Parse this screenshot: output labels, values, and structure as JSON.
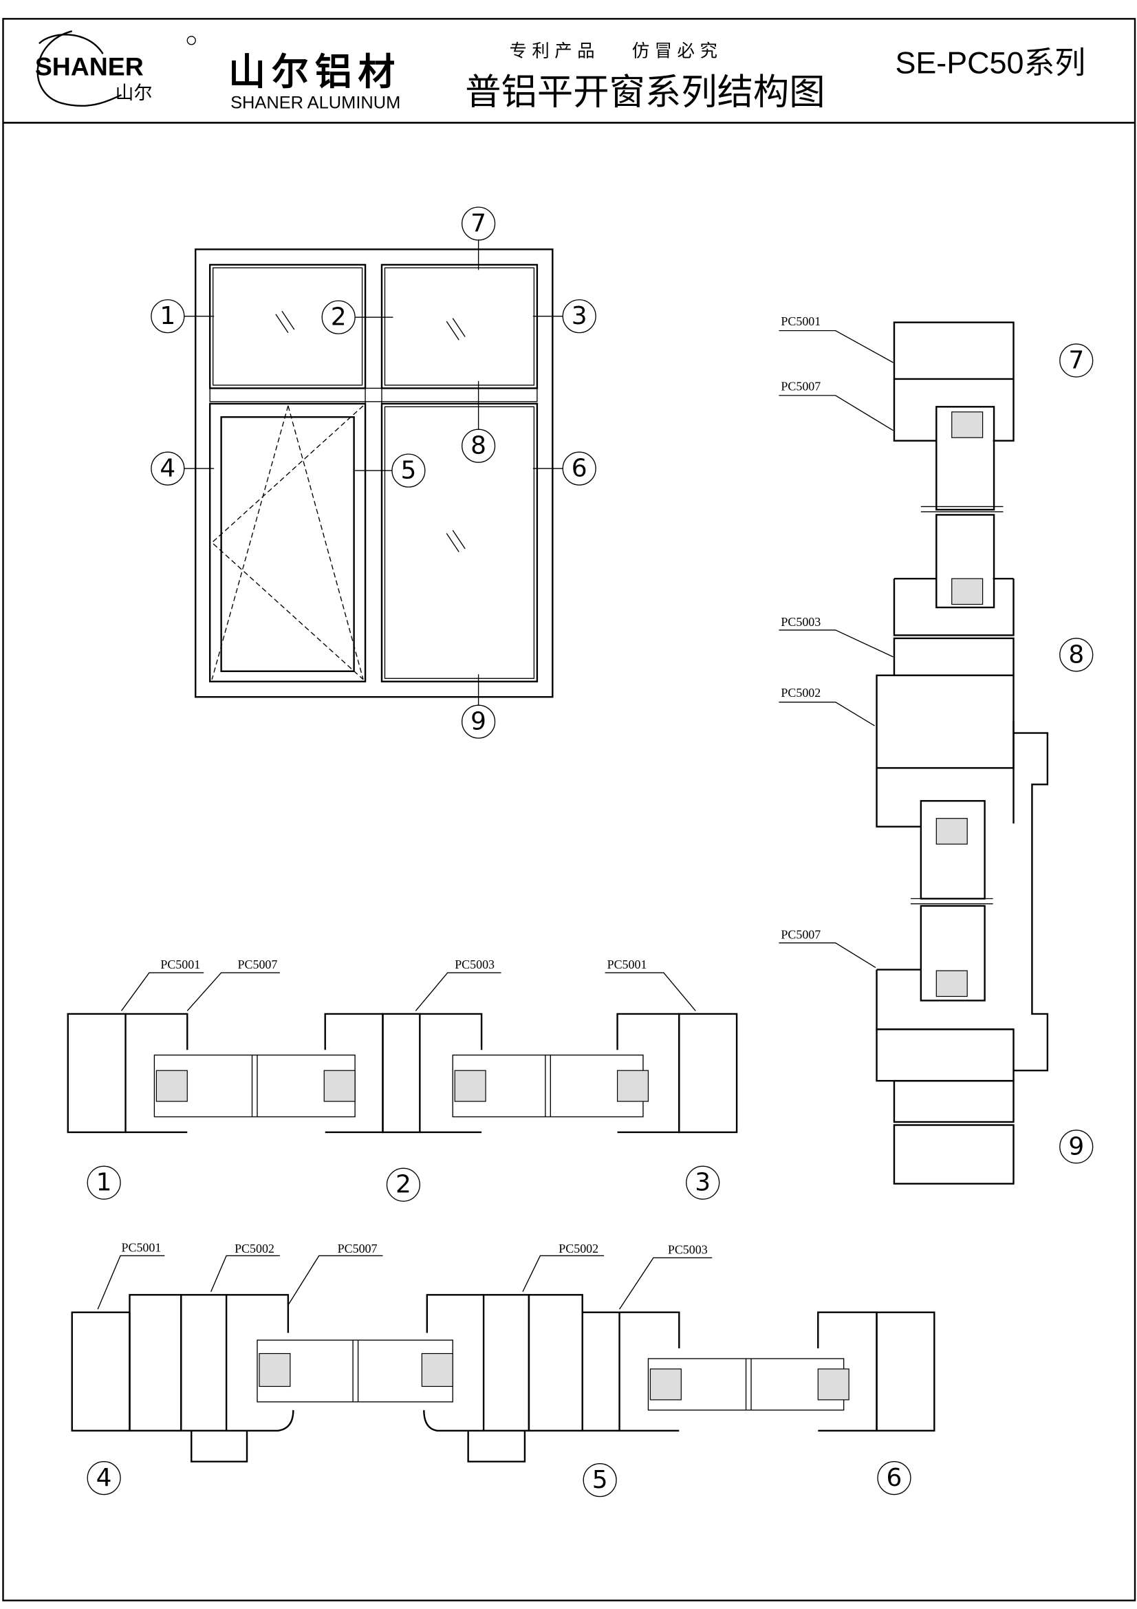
{
  "header": {
    "logo_text": "SHANER",
    "logo_cn": "山尔",
    "brand_cn": "山尔铝材",
    "brand_en": "SHANER ALUMINUM",
    "notice": "专利产品   仿冒必究",
    "title": "普铝平开窗系列结构图",
    "series": "SE-PC50系列"
  },
  "elevation": {
    "callouts": [
      "1",
      "2",
      "3",
      "4",
      "5",
      "6",
      "7",
      "8",
      "9"
    ]
  },
  "vertical_section": {
    "labels": [
      "PC5001",
      "PC5007",
      "PC5003",
      "PC5002",
      "PC5007"
    ],
    "callouts": [
      "7",
      "8",
      "9"
    ]
  },
  "section_123": {
    "labels": [
      "PC5001",
      "PC5007",
      "PC5003",
      "PC5001"
    ],
    "callouts": [
      "1",
      "2",
      "3"
    ]
  },
  "section_456": {
    "labels": [
      "PC5001",
      "PC5002",
      "PC5007",
      "PC5002",
      "PC5003"
    ],
    "callouts": [
      "4",
      "5",
      "6"
    ]
  }
}
